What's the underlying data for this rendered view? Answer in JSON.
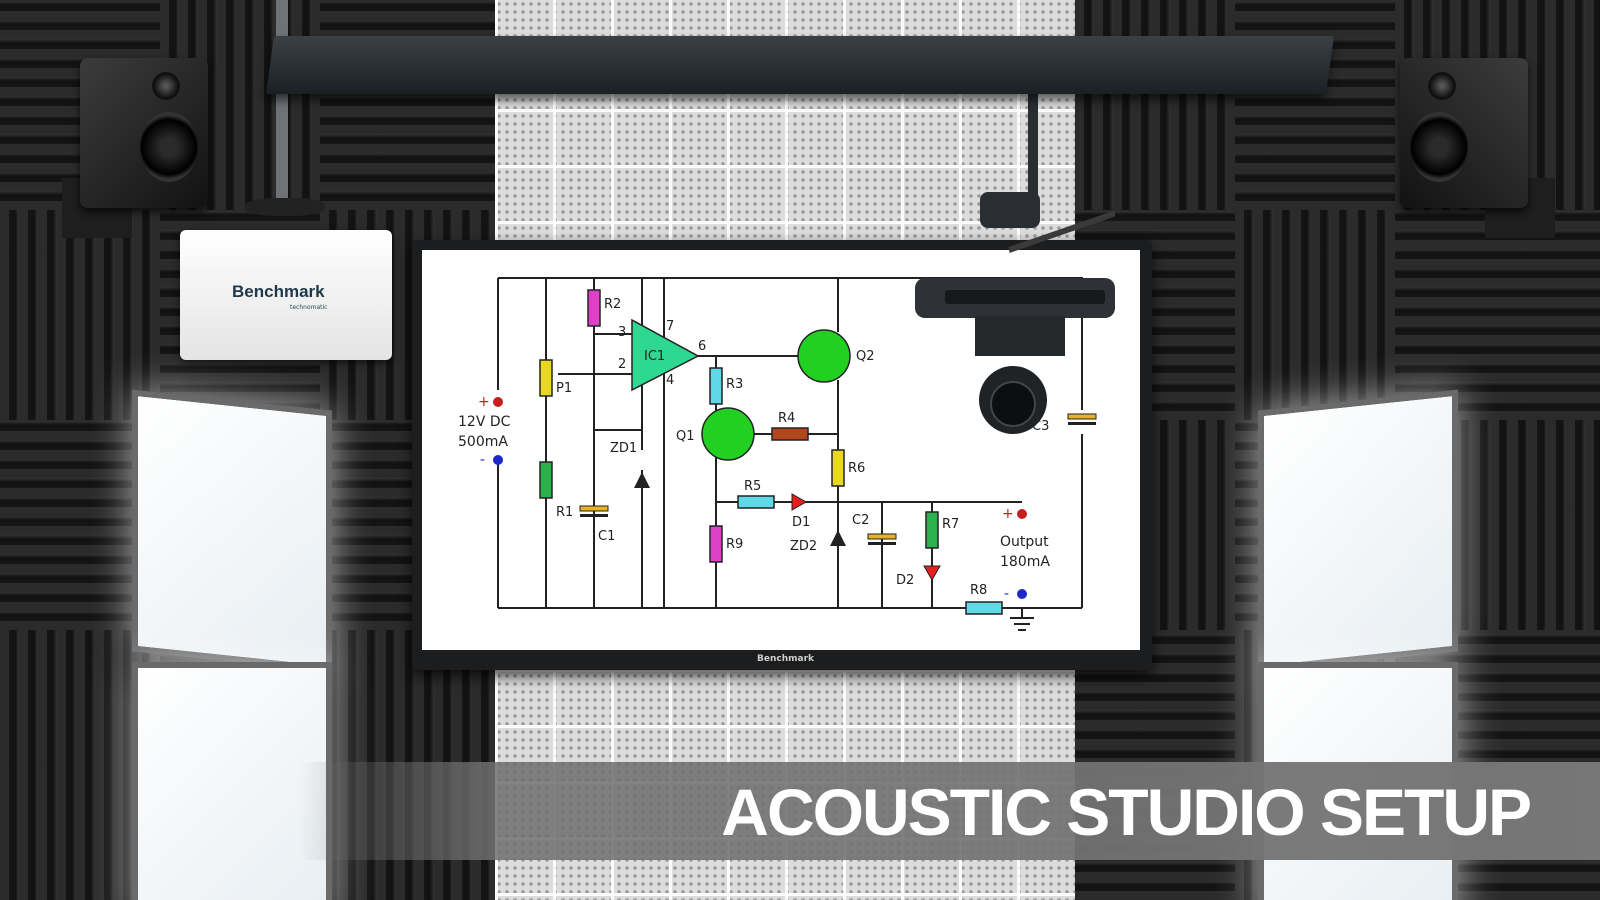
{
  "caption": "ACOUSTIC STUDIO SETUP",
  "brand": {
    "projector_logo": "Benchmark",
    "projector_logo_sub": "technomatic",
    "monitor_logo": "Benchmark"
  },
  "schematic": {
    "labels": {
      "r1": "R1",
      "r2": "R2",
      "r3": "R3",
      "r4": "R4",
      "r5": "R5",
      "r6": "R6",
      "r7": "R7",
      "r8": "R8",
      "r9": "R9",
      "p1": "P1",
      "ic1": "IC1",
      "pin2": "2",
      "pin3": "3",
      "pin4": "4",
      "pin6": "6",
      "pin7": "7",
      "q1": "Q1",
      "q2": "Q2",
      "c1": "C1",
      "c2": "C2",
      "c3": "C3",
      "zd1": "ZD1",
      "zd2": "ZD2",
      "d1": "D1",
      "d2": "D2"
    },
    "input_voltage": "12V DC",
    "input_current": "500mA",
    "output_label": "Output",
    "output_current": "180mA",
    "plus": "+",
    "minus": "-"
  },
  "colors": {
    "r1": "#2bb24c",
    "r2": "#e040c8",
    "r3": "#5fd8e8",
    "r4": "#b4461e",
    "r5": "#5fd8e8",
    "r6": "#e8d81e",
    "r7": "#2bb24c",
    "r8": "#5fd8e8",
    "r9": "#e040c8",
    "p1": "#e8d81e",
    "opamp": "#2ed890",
    "transistor": "#22d022",
    "led": "#e81e1e",
    "capacitor": "#e8b41e",
    "terminal_pos": "#c81e1e",
    "terminal_neg": "#1e28c8"
  }
}
